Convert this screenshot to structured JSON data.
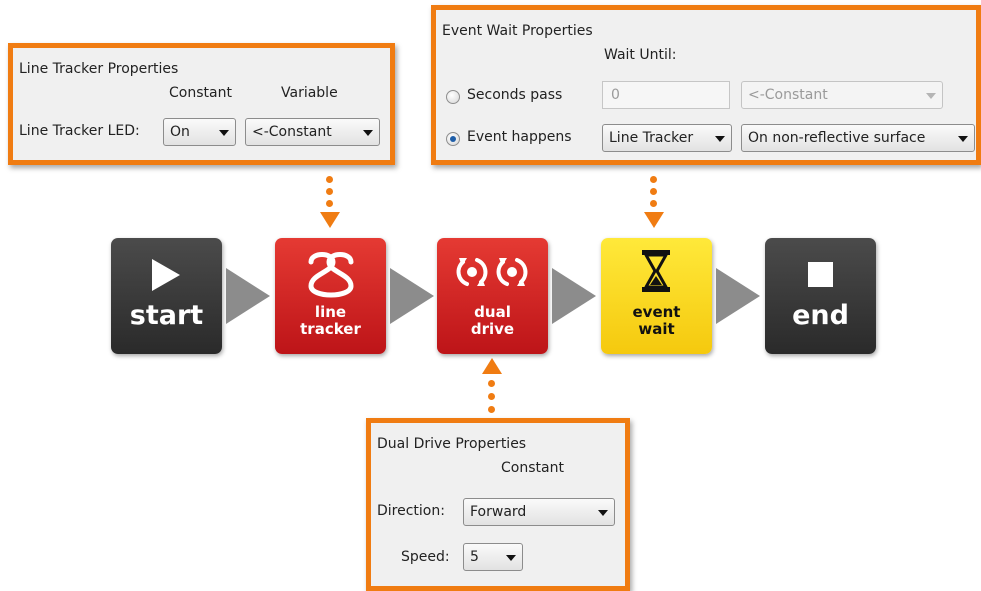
{
  "line_tracker_panel": {
    "title": "Line Tracker Properties",
    "col_constant": "Constant",
    "col_variable": "Variable",
    "led_label": "Line Tracker LED:",
    "led_value": "On",
    "led_variable": "<-Constant"
  },
  "event_wait_panel": {
    "title": "Event Wait Properties",
    "wait_until": "Wait Until:",
    "seconds_label": "Seconds pass",
    "seconds_value": "0",
    "seconds_variable": "<-Constant",
    "event_label": "Event happens",
    "event_source": "Line Tracker",
    "event_condition": "On non-reflective surface",
    "selected_option": "Event happens"
  },
  "dual_drive_panel": {
    "title": "Dual Drive Properties",
    "col_constant": "Constant",
    "direction_label": "Direction:",
    "direction_value": "Forward",
    "speed_label": "Speed:",
    "speed_value": "5"
  },
  "blocks": {
    "start": "start",
    "line_tracker_1": "line",
    "line_tracker_2": "tracker",
    "dual_drive_1": "dual",
    "dual_drive_2": "drive",
    "event_wait_1": "event",
    "event_wait_2": "wait",
    "end": "end"
  },
  "icons": {
    "start": "play-icon",
    "line_tracker": "line-tracker-icon",
    "dual_drive": "dual-drive-icon",
    "event_wait": "hourglass-icon",
    "end": "stop-icon"
  },
  "colors": {
    "highlight": "#f07c12",
    "block_dark": "#3a3a3a",
    "block_red": "#d42326",
    "block_yellow": "#fcd820",
    "connector": "#8c8c8c"
  }
}
